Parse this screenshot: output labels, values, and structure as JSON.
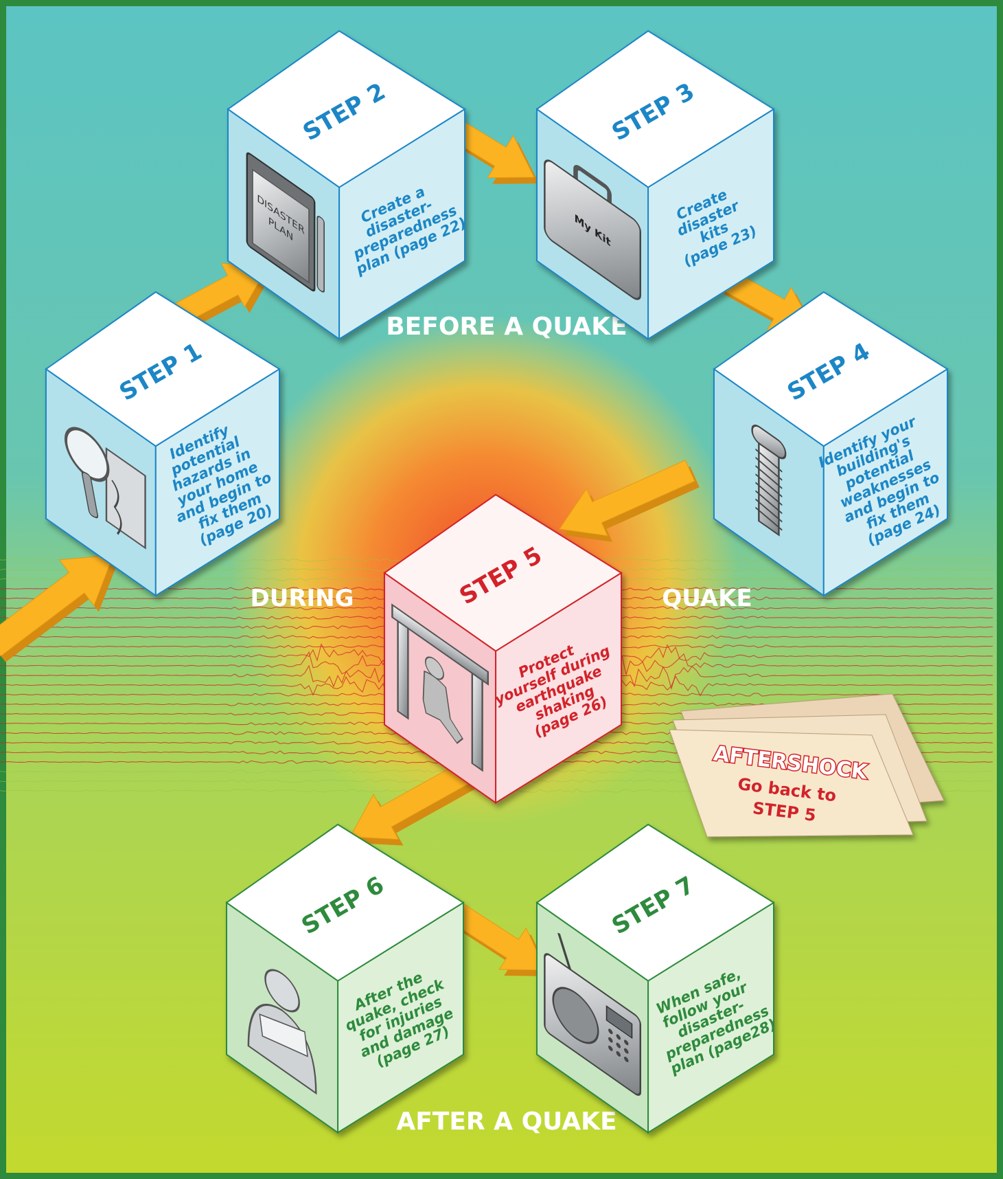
{
  "phases": {
    "before": "BEFORE A QUAKE",
    "during_left": "DURING",
    "during_right": "QUAKE",
    "after": "AFTER A QUAKE"
  },
  "steps": [
    {
      "label": "STEP 1",
      "lines": [
        "Identify",
        "potential",
        "hazards in",
        "your home",
        "and begin to",
        "fix them",
        "(page 20)"
      ],
      "icon": "magnifying-glass-icon",
      "theme": "blue"
    },
    {
      "label": "STEP 2",
      "lines": [
        "Create a",
        "disaster-",
        "preparedness",
        "plan (page 22)"
      ],
      "icon": "disaster-plan-clipboard-icon",
      "icon_text": [
        "DISASTER",
        "PLAN"
      ],
      "theme": "blue"
    },
    {
      "label": "STEP 3",
      "lines": [
        "Create",
        "disaster",
        "kits",
        "(page 23)"
      ],
      "icon": "kit-case-icon",
      "icon_text": [
        "My Kit"
      ],
      "theme": "blue"
    },
    {
      "label": "STEP 4",
      "lines": [
        "Identify your",
        "building's",
        "potential",
        "weaknesses",
        "and begin to",
        "fix them",
        "(page 24)"
      ],
      "icon": "bolt-screw-icon",
      "theme": "blue"
    },
    {
      "label": "STEP 5",
      "lines": [
        "Protect",
        "yourself during",
        "earthquake",
        "shaking",
        "(page 26)"
      ],
      "icon": "doorway-person-icon",
      "theme": "red"
    },
    {
      "label": "STEP 6",
      "lines": [
        "After the",
        "quake, check",
        "for injuries",
        "and damage",
        "(page 27)"
      ],
      "icon": "injured-person-icon",
      "theme": "green"
    },
    {
      "label": "STEP 7",
      "lines": [
        "When safe,",
        "follow your",
        "disaster-",
        "preparedness",
        "plan (page28)"
      ],
      "icon": "radio-icon",
      "theme": "green"
    }
  ],
  "aftershock": {
    "title": "AFTERSHOCK",
    "line1": "Go back to",
    "line2": "STEP 5"
  },
  "colors": {
    "border": "#2e8a3c",
    "bg_top": "#5cc4c2",
    "bg_bottom": "#c3d92e",
    "arrow": "#fbb321",
    "arrow_side": "#d58a12",
    "blue_text": "#1f86c6",
    "red_text": "#d2232a",
    "green_text": "#2e8a3c",
    "seismo_red": "#d2232a",
    "seismo_green": "#9bc545"
  }
}
